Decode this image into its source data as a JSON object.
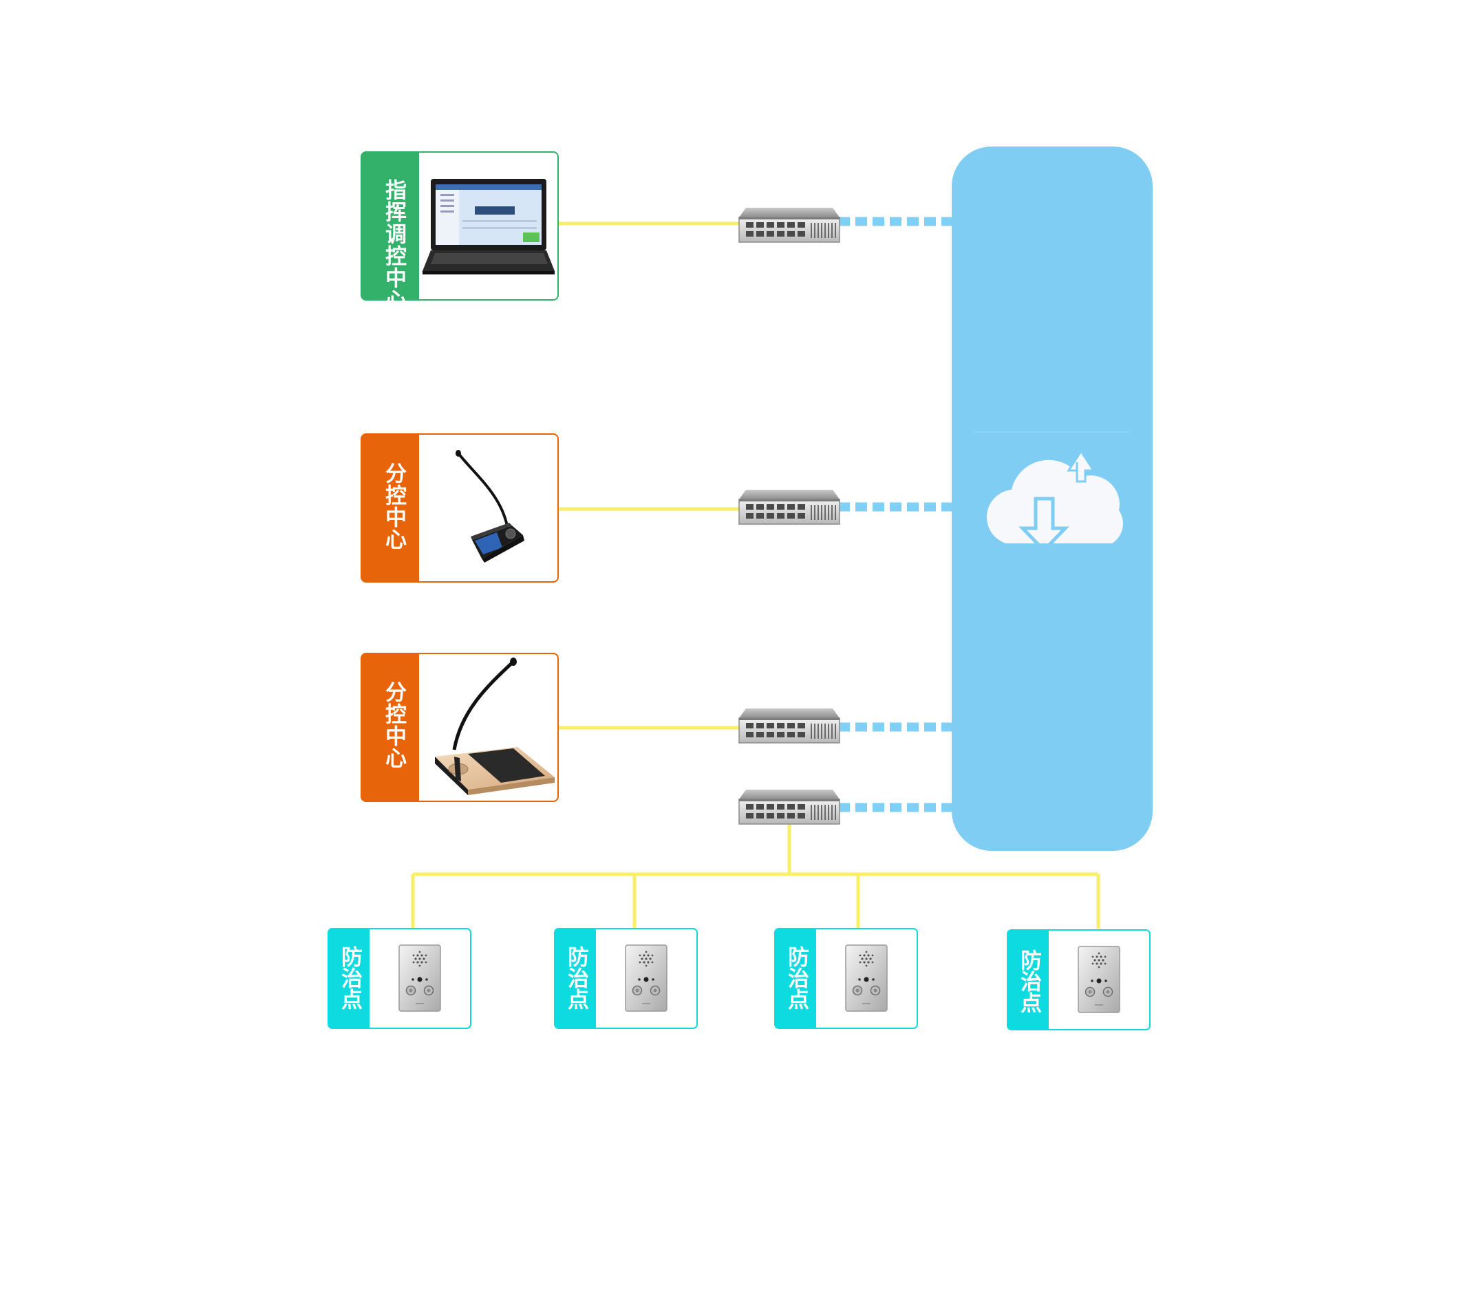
{
  "colors": {
    "command": "#33b06a",
    "sub": "#e8640a",
    "point": "#0ddbe0",
    "cable": "#f7ee6a",
    "link": "#80cff4",
    "cloud_panel": "#80cdf3"
  },
  "nodes": {
    "command_center": {
      "label": "指挥调控中心",
      "icon": "laptop-icon"
    },
    "sub_center_1": {
      "label": "分控中心",
      "icon": "gooseneck-desk-station-icon"
    },
    "sub_center_2": {
      "label": "分控中心",
      "icon": "gooseneck-desk-station-icon"
    },
    "points": [
      {
        "label": "防治点",
        "icon": "intercom-panel-icon"
      },
      {
        "label": "防治点",
        "icon": "intercom-panel-icon"
      },
      {
        "label": "防治点",
        "icon": "intercom-panel-icon"
      },
      {
        "label": "防治点",
        "icon": "intercom-panel-icon"
      }
    ]
  },
  "switches": [
    {
      "icon": "network-switch-icon"
    },
    {
      "icon": "network-switch-icon"
    },
    {
      "icon": "network-switch-icon"
    },
    {
      "icon": "network-switch-icon"
    }
  ],
  "cloud": {
    "icon": "cloud-sync-icon"
  }
}
